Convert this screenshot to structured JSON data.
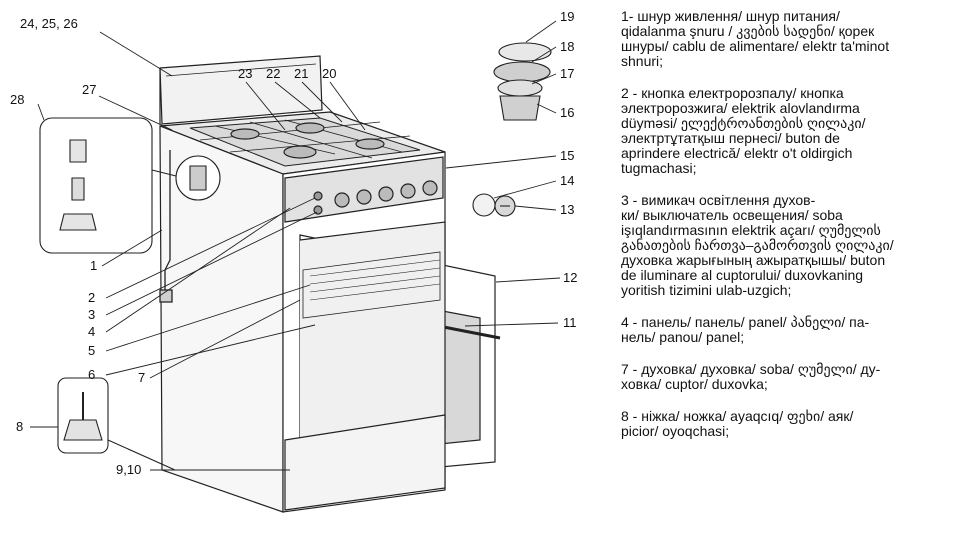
{
  "callouts": {
    "c24": "24, 25, 26",
    "c27": "27",
    "c28": "28",
    "c23": "23",
    "c22": "22",
    "c21": "21",
    "c20": "20",
    "c19": "19",
    "c18": "18",
    "c17": "17",
    "c16": "16",
    "c15": "15",
    "c14": "14",
    "c13": "13",
    "c12": "12",
    "c11": "11",
    "c1": "1",
    "c2": "2",
    "c3": "3",
    "c4": "4",
    "c5": "5",
    "c6": "6",
    "c7": "7",
    "c8": "8",
    "c9": "9,10"
  },
  "legend": [
    {
      "lines": [
        "1- шнур живлення/ шнур питания/",
        "qidalanma şnuru / კვების სადენი/ қорек",
        "шнуры/ cablu de alimentare/ elektr ta'minot",
        "shnuri;"
      ]
    },
    {
      "lines": [
        "2 - кнопка електророзпалу/ кнопка",
        "электророзжига/ elektrik alovlandırma",
        "düyməsi/ ელექტროანთების ღილაკი/",
        "электртұтатқыш пернесі/ buton de",
        "aprindere electrică/ elektr o't oldirgich",
        "tugmachasi;"
      ]
    },
    {
      "lines": [
        "3 - вимикач освітлення духов-",
        "ки/ выключатель освещения/ soba",
        "işıqlandırmasının elektrik açarı/ ღუმელის",
        "განათების ჩართვა–გამორთვის ღილაკი/",
        "духовка жарығының ажыратқышы/ buton",
        "de iluminare al cuptorului/ duxovkaning",
        "yoritish tizimini ulab-uzgich;"
      ]
    },
    {
      "lines": [
        "4 - панель/ панель/ panel/ პანელი/ па-",
        "нель/ panou/ panel;"
      ]
    },
    {
      "lines": [
        "7 - духовка/ духовка/ soba/ ღუმელი/ ду-",
        "ховка/ cuptor/ duxovka;"
      ]
    },
    {
      "lines": [
        "8 - ніжка/ ножка/ ayaqcıq/ ფეხი/ аяк/",
        "picior/ oyoqchasi;"
      ]
    }
  ]
}
